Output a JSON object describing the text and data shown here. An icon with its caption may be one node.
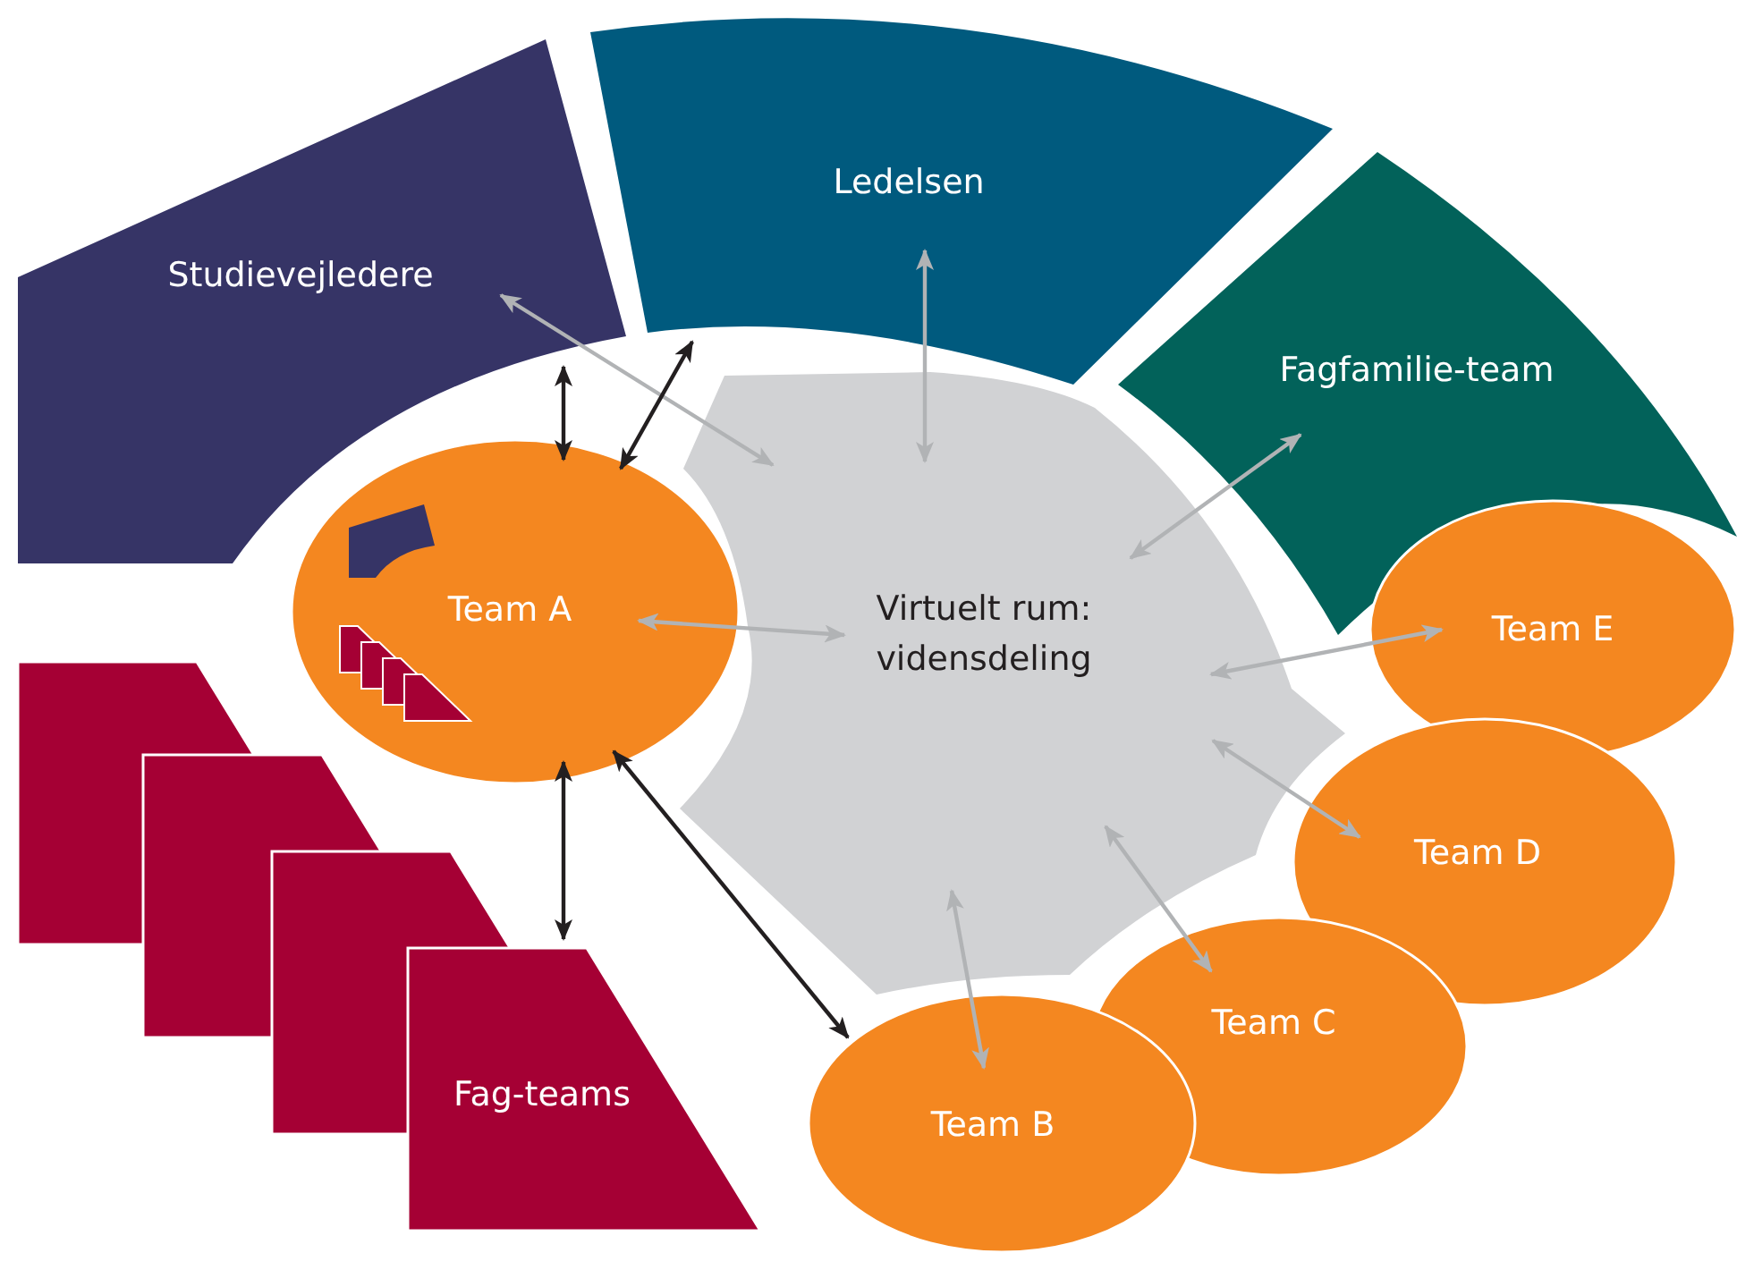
{
  "diagram": {
    "nodes": [
      {
        "text": [
          "Studievejledere"
        ]
      },
      {
        "text": [
          "Ledelsen"
        ]
      },
      {
        "text": [
          "Fagfamilie-team"
        ]
      },
      {
        "text": [
          "Team A"
        ]
      },
      {
        "text": [
          "Virtuelt rum: vidensdeling"
        ]
      },
      {
        "text": [
          "Team E"
        ]
      },
      {
        "text": [
          "Team D"
        ]
      },
      {
        "text": [
          "Team C"
        ]
      },
      {
        "text": [
          "Team B"
        ]
      },
      {
        "text": [],
        "shape": "box"
      },
      {
        "text": [],
        "shape": "box"
      },
      {
        "text": [],
        "shape": "box"
      },
      {
        "text": [
          "Fag-teams"
        ]
      }
    ],
    "edges": [
      {
        "from": 4,
        "to": 0,
        "arrow": "both"
      },
      {
        "from": 4,
        "to": 1,
        "arrow": "both"
      },
      {
        "from": 4,
        "to": 2,
        "arrow": "both"
      },
      {
        "from": 3,
        "to": 4,
        "arrow": "both"
      },
      {
        "from": 4,
        "to": 5,
        "arrow": "both"
      },
      {
        "from": 4,
        "to": 6,
        "arrow": "both"
      },
      {
        "from": 4,
        "to": 7,
        "arrow": "both"
      },
      {
        "from": 4,
        "to": 8,
        "arrow": "both"
      },
      {
        "from": 0,
        "to": 3,
        "arrow": "both",
        "color": "#231f20"
      },
      {
        "from": 1,
        "to": 3,
        "arrow": "both",
        "color": "#231f20"
      },
      {
        "from": 3,
        "to": 12,
        "arrow": "both",
        "color": "#231f20"
      },
      {
        "from": 3,
        "to": 8,
        "arrow": "both",
        "color": "#231f20"
      }
    ]
  }
}
